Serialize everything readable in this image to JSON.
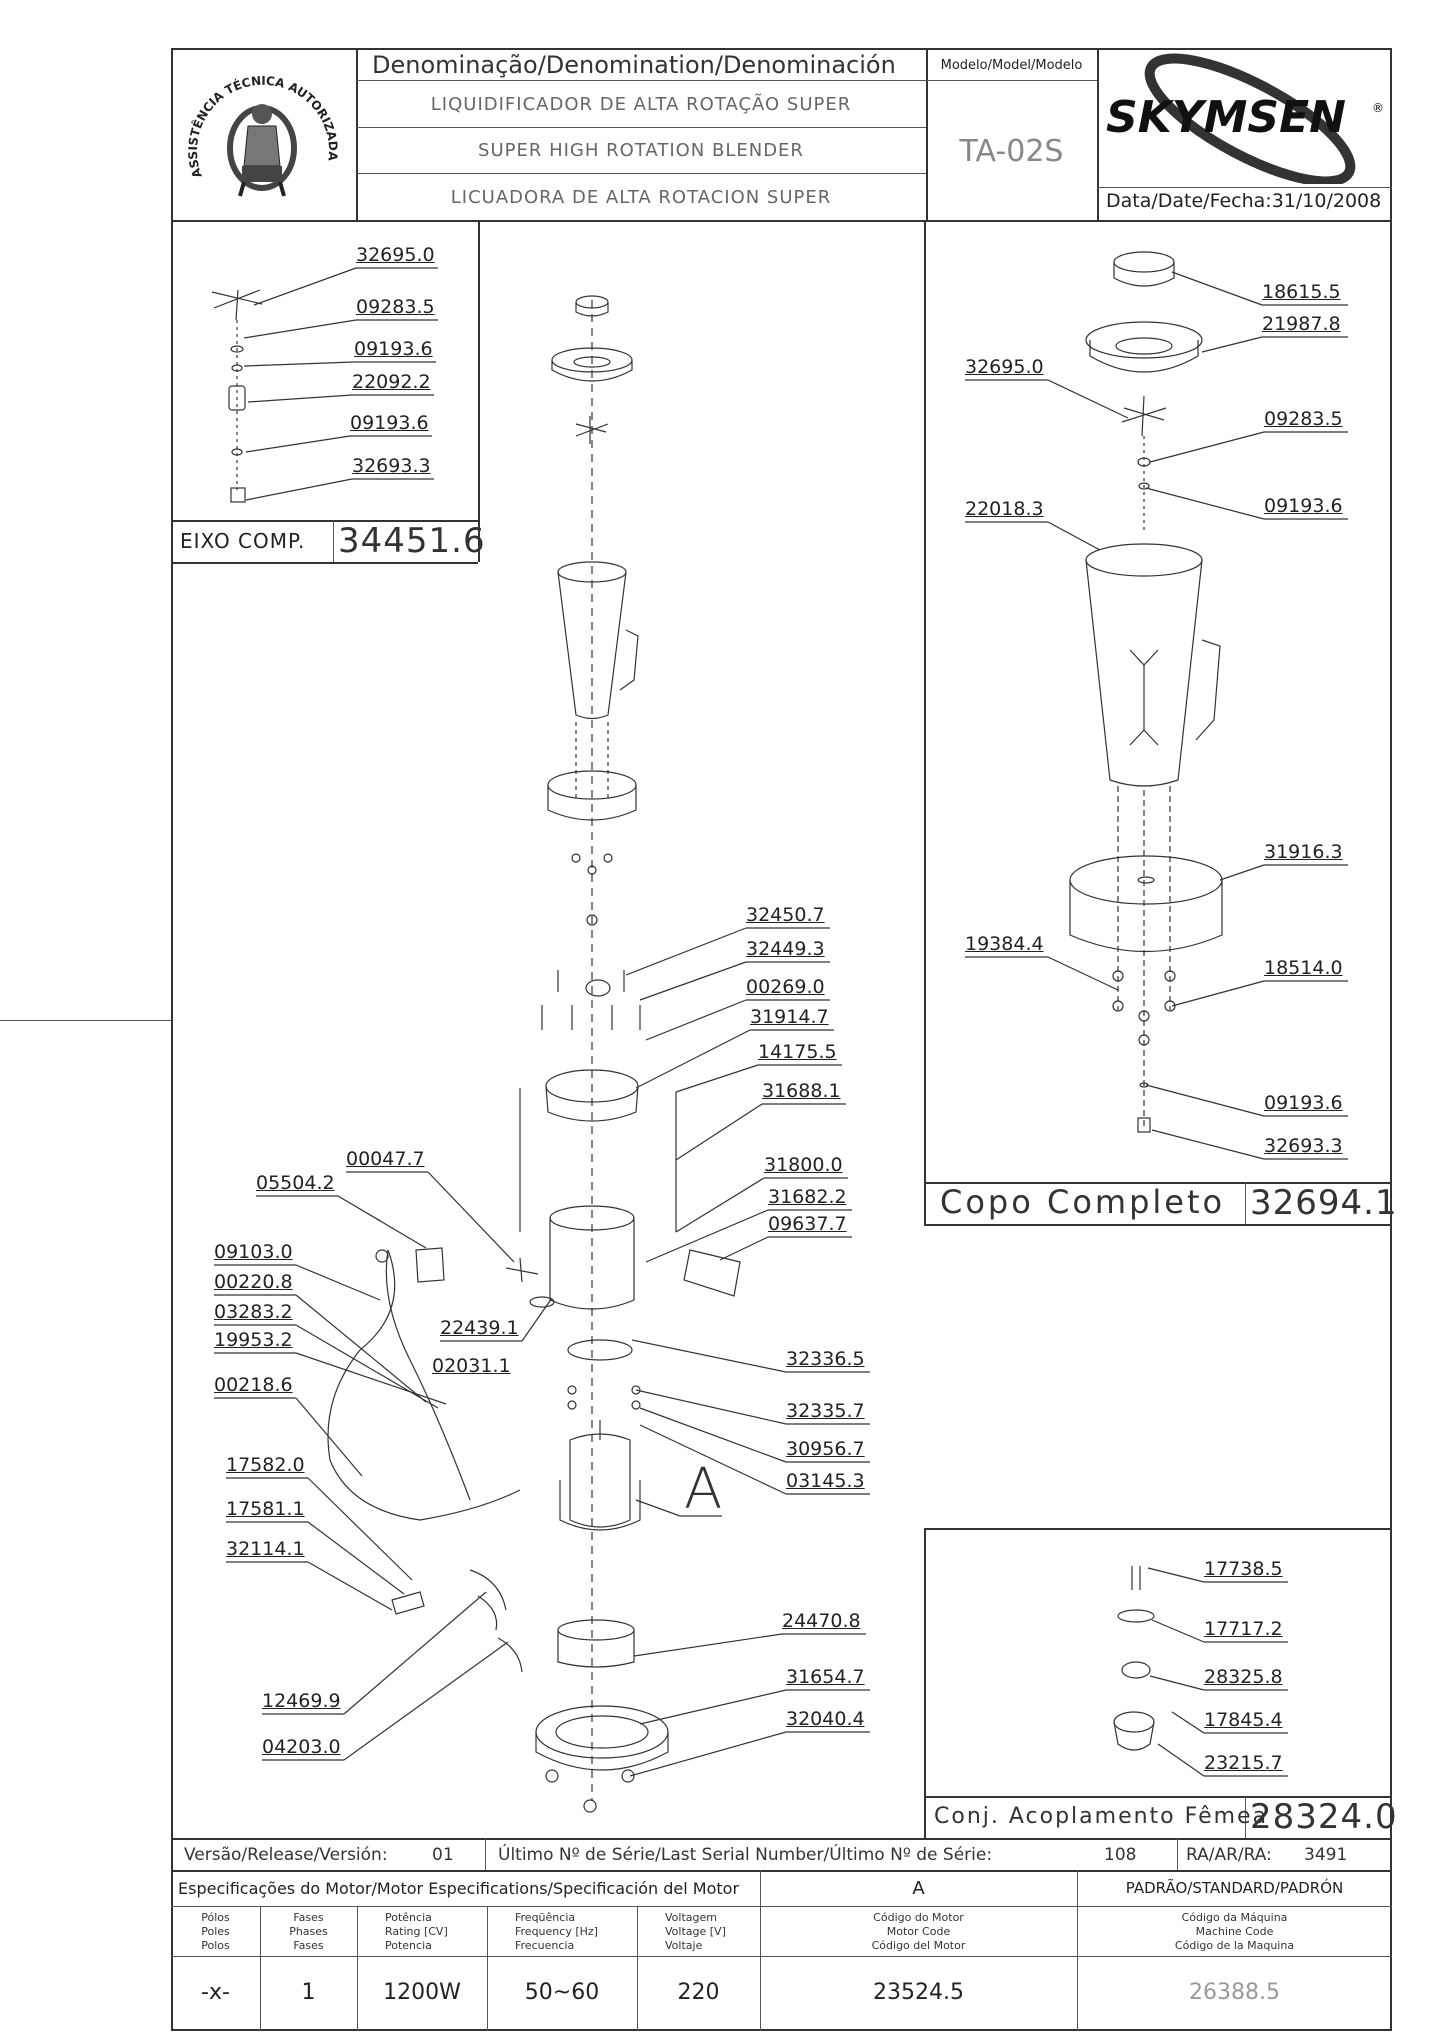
{
  "header": {
    "denomination_title": "Denominação/Denomination/Denominación",
    "name_pt": "LIQUIDIFICADOR DE ALTA ROTAÇÃO SUPER",
    "name_en": "SUPER HIGH ROTATION BLENDER",
    "name_es": "LICUADORA DE ALTA ROTACION SUPER",
    "model_title": "Modelo/Model/Modelo",
    "model_value": "TA-02S",
    "brand": "SKYMSEN",
    "date_label": "Data/Date/Fecha:",
    "date_value": "31/10/2008",
    "seal_text": "ASSISTÊNCIA TÉCNICA AUTORIZADA"
  },
  "eixo": {
    "label": "EIXO COMP.",
    "code": "34451.6",
    "parts": [
      "32695.0",
      "09283.5",
      "09193.6",
      "22092.2",
      "09193.6",
      "32693.3"
    ]
  },
  "copo": {
    "label": "Copo Completo",
    "code": "32694.1",
    "parts": {
      "lid_cap": "18615.5",
      "lid": "21987.8",
      "blade": "32695.0",
      "washer": "09283.5",
      "ring": "09193.6",
      "jar": "22018.3",
      "base": "31916.3",
      "screw": "19384.4",
      "nut": "18514.0",
      "ring2": "09193.6",
      "bushing": "32693.3"
    }
  },
  "acoplamento": {
    "label": "Conj. Acoplamento Fêmea",
    "code": "28324.0",
    "parts": [
      "17738.5",
      "17717.2",
      "28325.8",
      "17845.4",
      "23215.7"
    ]
  },
  "main_parts": {
    "p32450_7": "32450.7",
    "p32449_3": "32449.3",
    "p00269_0": "00269.0",
    "p31914_7": "31914.7",
    "p14175_5": "14175.5",
    "p31688_1": "31688.1",
    "p31800_0": "31800.0",
    "p31682_2": "31682.2",
    "p09637_7": "09637.7",
    "p00047_7": "00047.7",
    "p05504_2": "05504.2",
    "p09103_0": "09103.0",
    "p00220_8": "00220.8",
    "p03283_2": "03283.2",
    "p19953_2": "19953.2",
    "p02031_1": "02031.1",
    "p22439_1": "22439.1",
    "p00218_6": "00218.6",
    "p32336_5": "32336.5",
    "p32335_7": "32335.7",
    "p30956_7": "30956.7",
    "p03145_3": "03145.3",
    "motor_marker": "A",
    "p17582_0": "17582.0",
    "p17581_1": "17581.1",
    "p32114_1": "32114.1",
    "p24470_8": "24470.8",
    "p31654_7": "31654.7",
    "p32040_4": "32040.4",
    "p12469_9": "12469.9",
    "p04203_0": "04203.0"
  },
  "release_row": {
    "version_label": "Versão/Release/Versión:",
    "version_value": "01",
    "serial_label": "Último Nº de Série/Last Serial Number/Último Nº de Série:",
    "serial_value": "108",
    "ra_label": "RA/AR/RA:",
    "ra_value": "3491"
  },
  "motor_specs": {
    "title": "Especificações do Motor/Motor Especifications/Specificación del Motor",
    "motor_col_title": "A",
    "standard_title": "PADRÃO/STANDARD/PADRÓN",
    "headers": {
      "poles": [
        "Pólos",
        "Poles",
        "Polos"
      ],
      "phases": [
        "Fases",
        "Phases",
        "Fases"
      ],
      "power": [
        "Potência",
        "Rating [CV]",
        "Potencia"
      ],
      "frequency": [
        "Freqüência",
        "Frequency [Hz]",
        "Frecuencia"
      ],
      "voltage": [
        "Voltagem",
        "Voltage [V]",
        "Voltaje"
      ],
      "motor_code": [
        "Código do Motor",
        "Motor Code",
        "Código del Motor"
      ],
      "machine_code": [
        "Código da Máquina",
        "Machine Code",
        "Código de la Maquina"
      ]
    },
    "values": {
      "poles": "-x-",
      "phases": "1",
      "power": "1200W",
      "frequency": "50~60",
      "voltage": "220",
      "motor_code": "23524.5",
      "machine_code": "26388.5"
    }
  }
}
